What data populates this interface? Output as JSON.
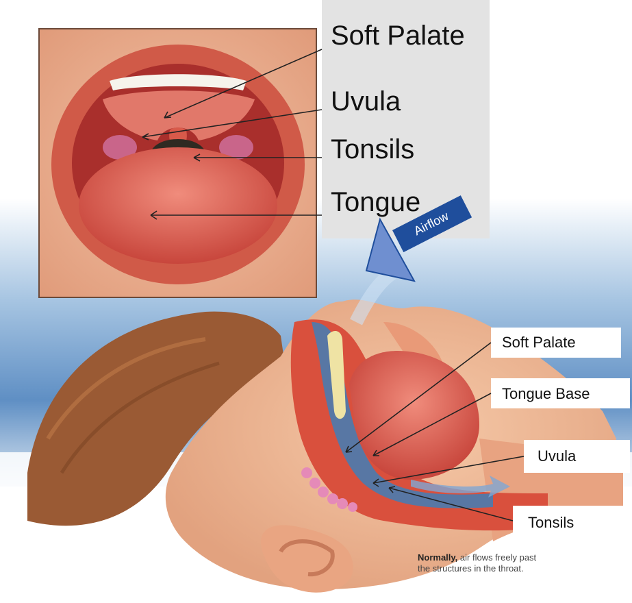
{
  "mouth_view": {
    "labels": [
      "Soft Palate",
      "Uvula",
      "Tonsils",
      "Tongue"
    ]
  },
  "airflow_label": "Airflow",
  "side_view": {
    "labels": [
      "Soft Palate",
      "Tongue Base",
      "Uvula",
      "Tonsils"
    ]
  },
  "caption": {
    "bold": "Normally,",
    "line1_rest": " air flows freely past",
    "line2": "the structures in the throat."
  },
  "colors": {
    "label_panel": "#e3e3e3",
    "airflow_box": "#1f4e9c",
    "skin": "#e7a07c",
    "tissue": "#d94a3a",
    "airway": "#5d7aa6",
    "sky": "#9cc0e0"
  }
}
